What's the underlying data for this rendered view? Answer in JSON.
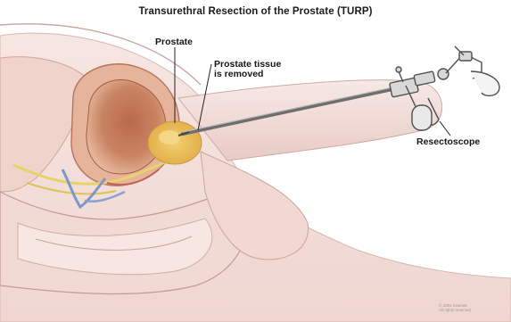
{
  "title": "Transurethral Resection of the Prostate (TURP)",
  "labels": {
    "prostate": "Prostate",
    "tissue_line1": "Prostate tissue",
    "tissue_line2": "is removed",
    "resectoscope": "Resectoscope"
  },
  "credit": {
    "line1": "© 2004 Krames",
    "line2": "All rights reserved"
  },
  "colors": {
    "skin": "#f3dfda",
    "bladder": "#c37856",
    "prostate": "#e9bf5a",
    "instrument": "#6e6e6e",
    "nerve_yellow": "#e7d36a",
    "vessel_blue": "#7f96c9"
  }
}
